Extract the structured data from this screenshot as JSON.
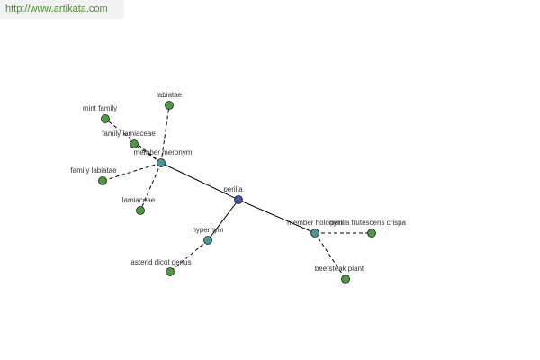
{
  "header": {
    "url_text": "http://www.artikata.com"
  },
  "colors": {
    "leaf": "#4e9a40",
    "relation": "#4d9599",
    "root": "#45559a",
    "edge": "#000000"
  },
  "graph": {
    "nodes": [
      {
        "id": "perilla",
        "label": "perilla",
        "kind": "root"
      },
      {
        "id": "member_meronym",
        "label": "member meronym",
        "kind": "relation"
      },
      {
        "id": "hypernym",
        "label": "hypernym",
        "kind": "relation"
      },
      {
        "id": "member_holonym",
        "label": "member holonym",
        "kind": "relation"
      },
      {
        "id": "mint_family",
        "label": "mint family",
        "kind": "leaf"
      },
      {
        "id": "labiatae",
        "label": "labiatae",
        "kind": "leaf"
      },
      {
        "id": "family_lamiaceae",
        "label": "family lamiaceae",
        "kind": "leaf"
      },
      {
        "id": "family_labiatae",
        "label": "family labiatae",
        "kind": "leaf"
      },
      {
        "id": "lamiaceae",
        "label": "lamiaceae",
        "kind": "leaf"
      },
      {
        "id": "asterid_dicot_genus",
        "label": "asterid dicot genus",
        "kind": "leaf"
      },
      {
        "id": "perilla_frutescens_crispa",
        "label": "perilla frutescens crispa",
        "kind": "leaf"
      },
      {
        "id": "beefsteak_plant",
        "label": "beefsteak plant",
        "kind": "leaf"
      }
    ],
    "edges": [
      {
        "from": "perilla",
        "to": "member_meronym",
        "style": "solid"
      },
      {
        "from": "perilla",
        "to": "hypernym",
        "style": "solid"
      },
      {
        "from": "perilla",
        "to": "member_holonym",
        "style": "solid"
      },
      {
        "from": "member_meronym",
        "to": "mint_family",
        "style": "dashed"
      },
      {
        "from": "member_meronym",
        "to": "labiatae",
        "style": "dashed"
      },
      {
        "from": "member_meronym",
        "to": "family_lamiaceae",
        "style": "dashed"
      },
      {
        "from": "member_meronym",
        "to": "family_labiatae",
        "style": "dashed"
      },
      {
        "from": "member_meronym",
        "to": "lamiaceae",
        "style": "dashed"
      },
      {
        "from": "hypernym",
        "to": "asterid_dicot_genus",
        "style": "dashed"
      },
      {
        "from": "member_holonym",
        "to": "perilla_frutescens_crispa",
        "style": "dashed"
      },
      {
        "from": "member_holonym",
        "to": "beefsteak_plant",
        "style": "dashed"
      }
    ]
  }
}
